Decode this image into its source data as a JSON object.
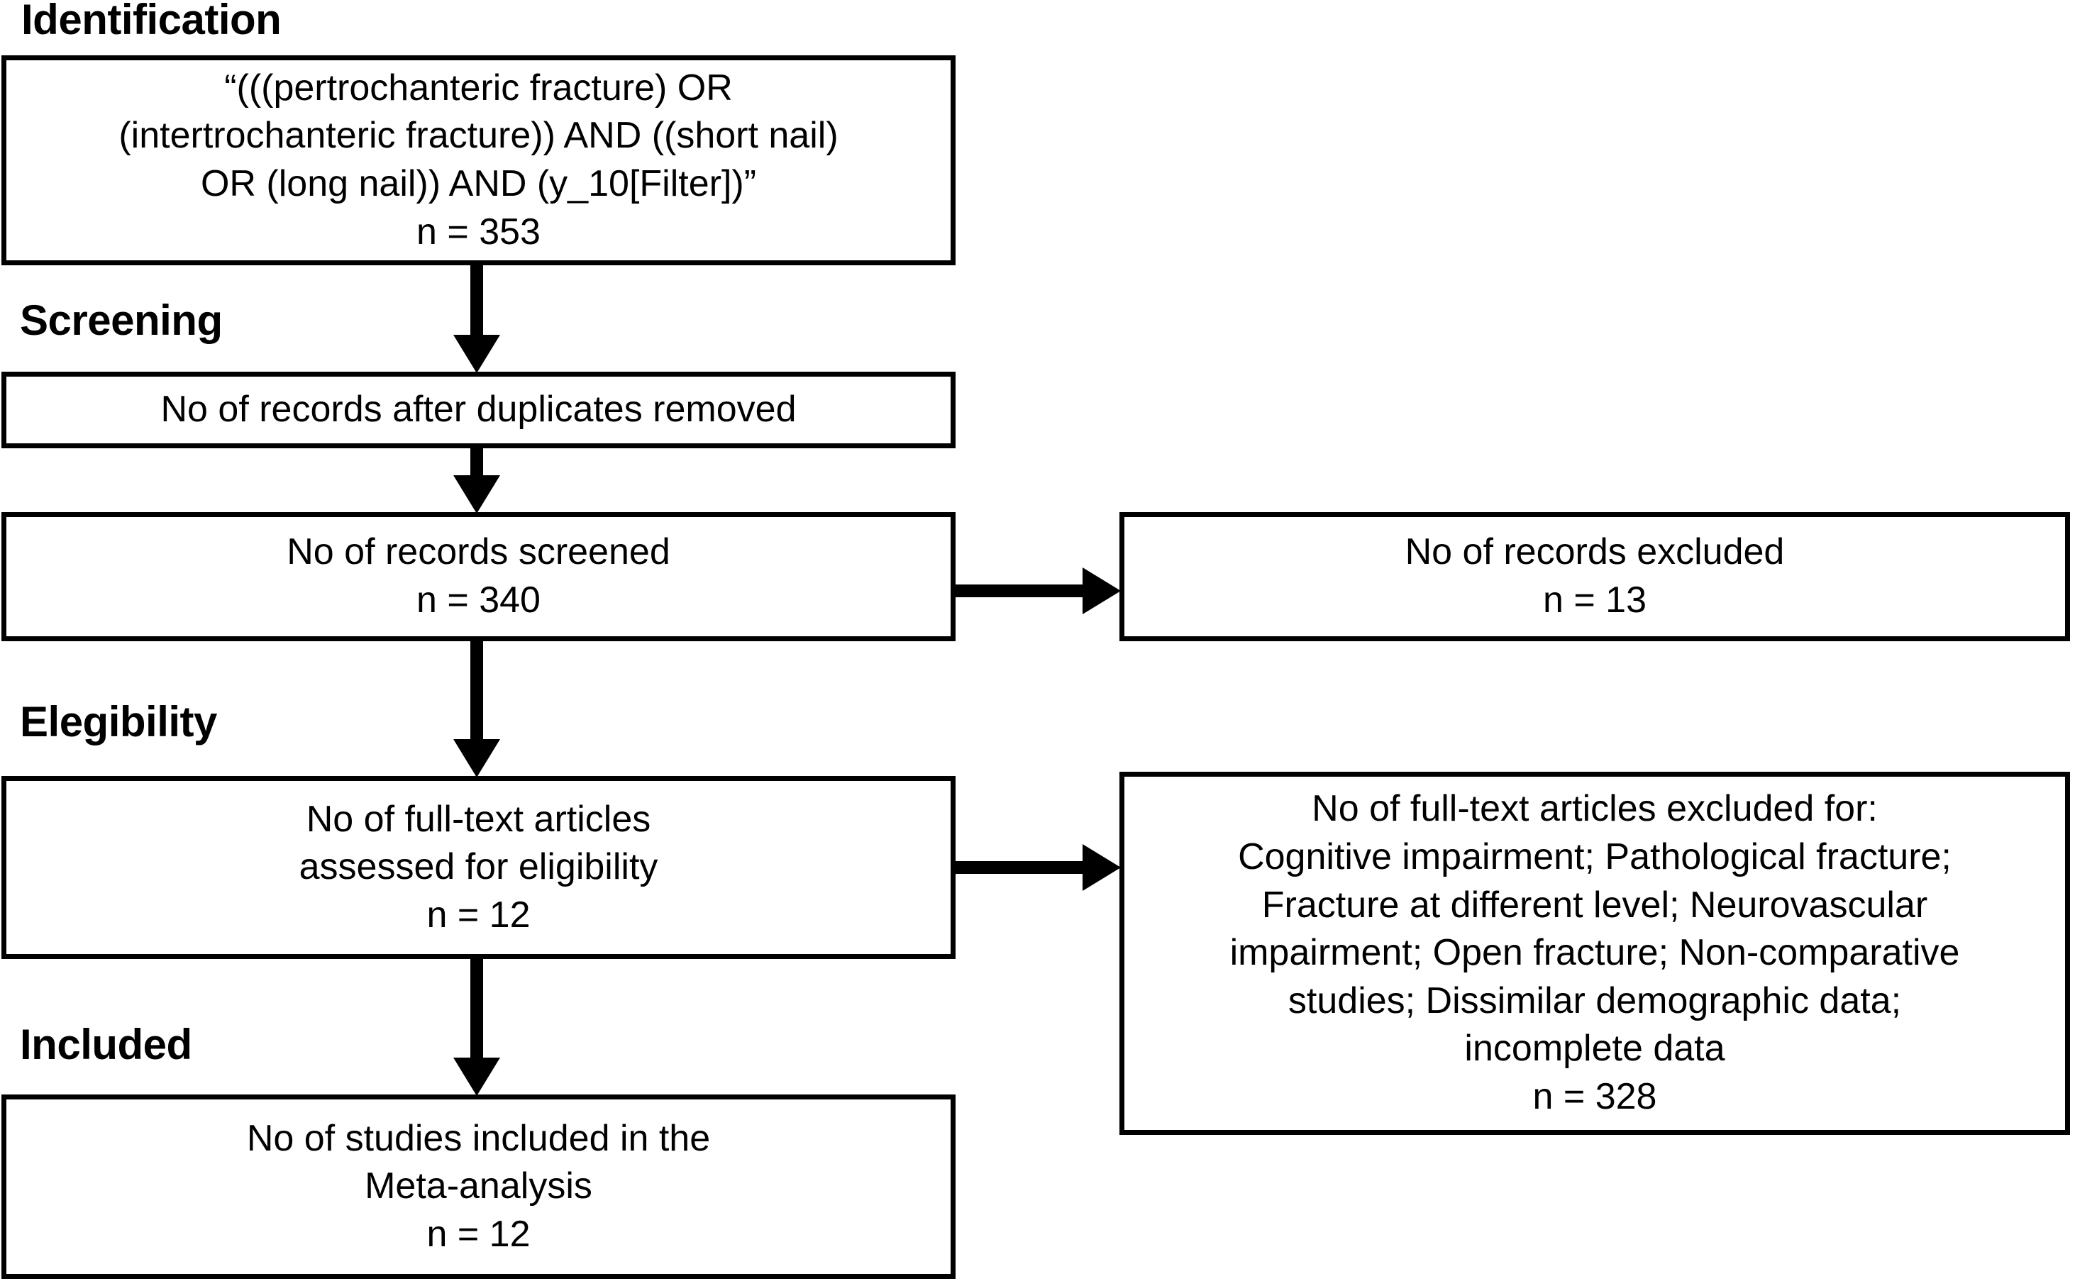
{
  "diagram": {
    "title": "PRISMA flow diagram",
    "colors": {
      "line": "#000000",
      "box_fill": "#ffffff",
      "text": "#000000",
      "background": "#ffffff"
    }
  },
  "stages": {
    "identification": "Identification",
    "screening": "Screening",
    "eligibility": "Elegibility",
    "included": "Included"
  },
  "boxes": {
    "search_query": {
      "text": "“(((pertrochanteric fracture) OR\n(intertrochanteric fracture)) AND ((short nail)\nOR (long nail)) AND (y_10[Filter])”\nn = 353",
      "count": "n = 353"
    },
    "duplicates_removed": {
      "text": "No of records after duplicates removed"
    },
    "records_screened": {
      "text": "No of records screened\nn = 340",
      "count": "n = 340"
    },
    "records_excluded": {
      "text": "No of records excluded\nn = 13",
      "count": "n = 13"
    },
    "fulltext_assessed": {
      "text": "No of full-text articles\nassessed for eligibility\nn = 12",
      "count": "n = 12"
    },
    "fulltext_excluded": {
      "text": "No of full-text articles excluded for:\nCognitive impairment; Pathological fracture;\nFracture at different level; Neurovascular\nimpairment; Open fracture; Non-comparative\nstudies; Dissimilar demographic data;\nincomplete data\nn = 328",
      "count": "n = 328"
    },
    "studies_included": {
      "text": "No of studies included in the\nMeta-analysis\nn = 12",
      "count": "n = 12"
    }
  },
  "connectors": {
    "search_to_duplicates": "down-arrow-icon",
    "duplicates_to_screened": "down-arrow-icon",
    "screened_to_excluded": "right-arrow-icon",
    "screened_to_fulltext": "down-arrow-icon",
    "fulltext_to_excluded": "right-arrow-icon",
    "fulltext_to_included": "down-arrow-icon"
  }
}
